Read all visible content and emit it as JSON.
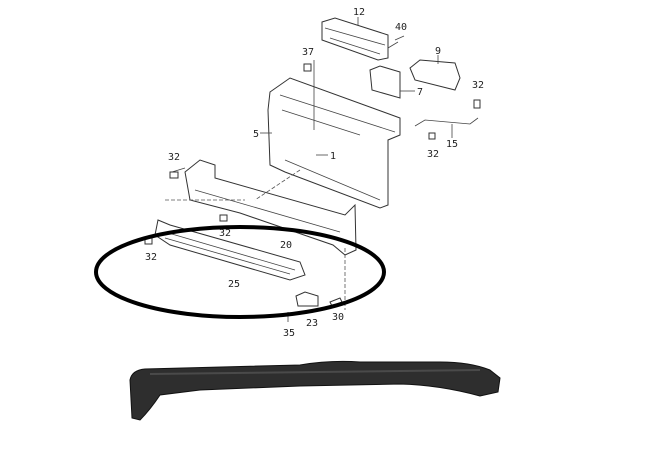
{
  "diagram": {
    "callouts": {
      "c12": "12",
      "c40": "40",
      "c37": "37",
      "c9": "9",
      "c7": "7",
      "c32a": "32",
      "c5": "5",
      "c1": "1",
      "c15": "15",
      "c32b": "32",
      "c32c": "32",
      "c32d": "32",
      "c20": "20",
      "c32e": "32",
      "c25": "25",
      "c23": "23",
      "c30": "30",
      "c35": "35"
    },
    "highlight_color": "#000000",
    "photo_part_color": "#2e2e2e"
  }
}
